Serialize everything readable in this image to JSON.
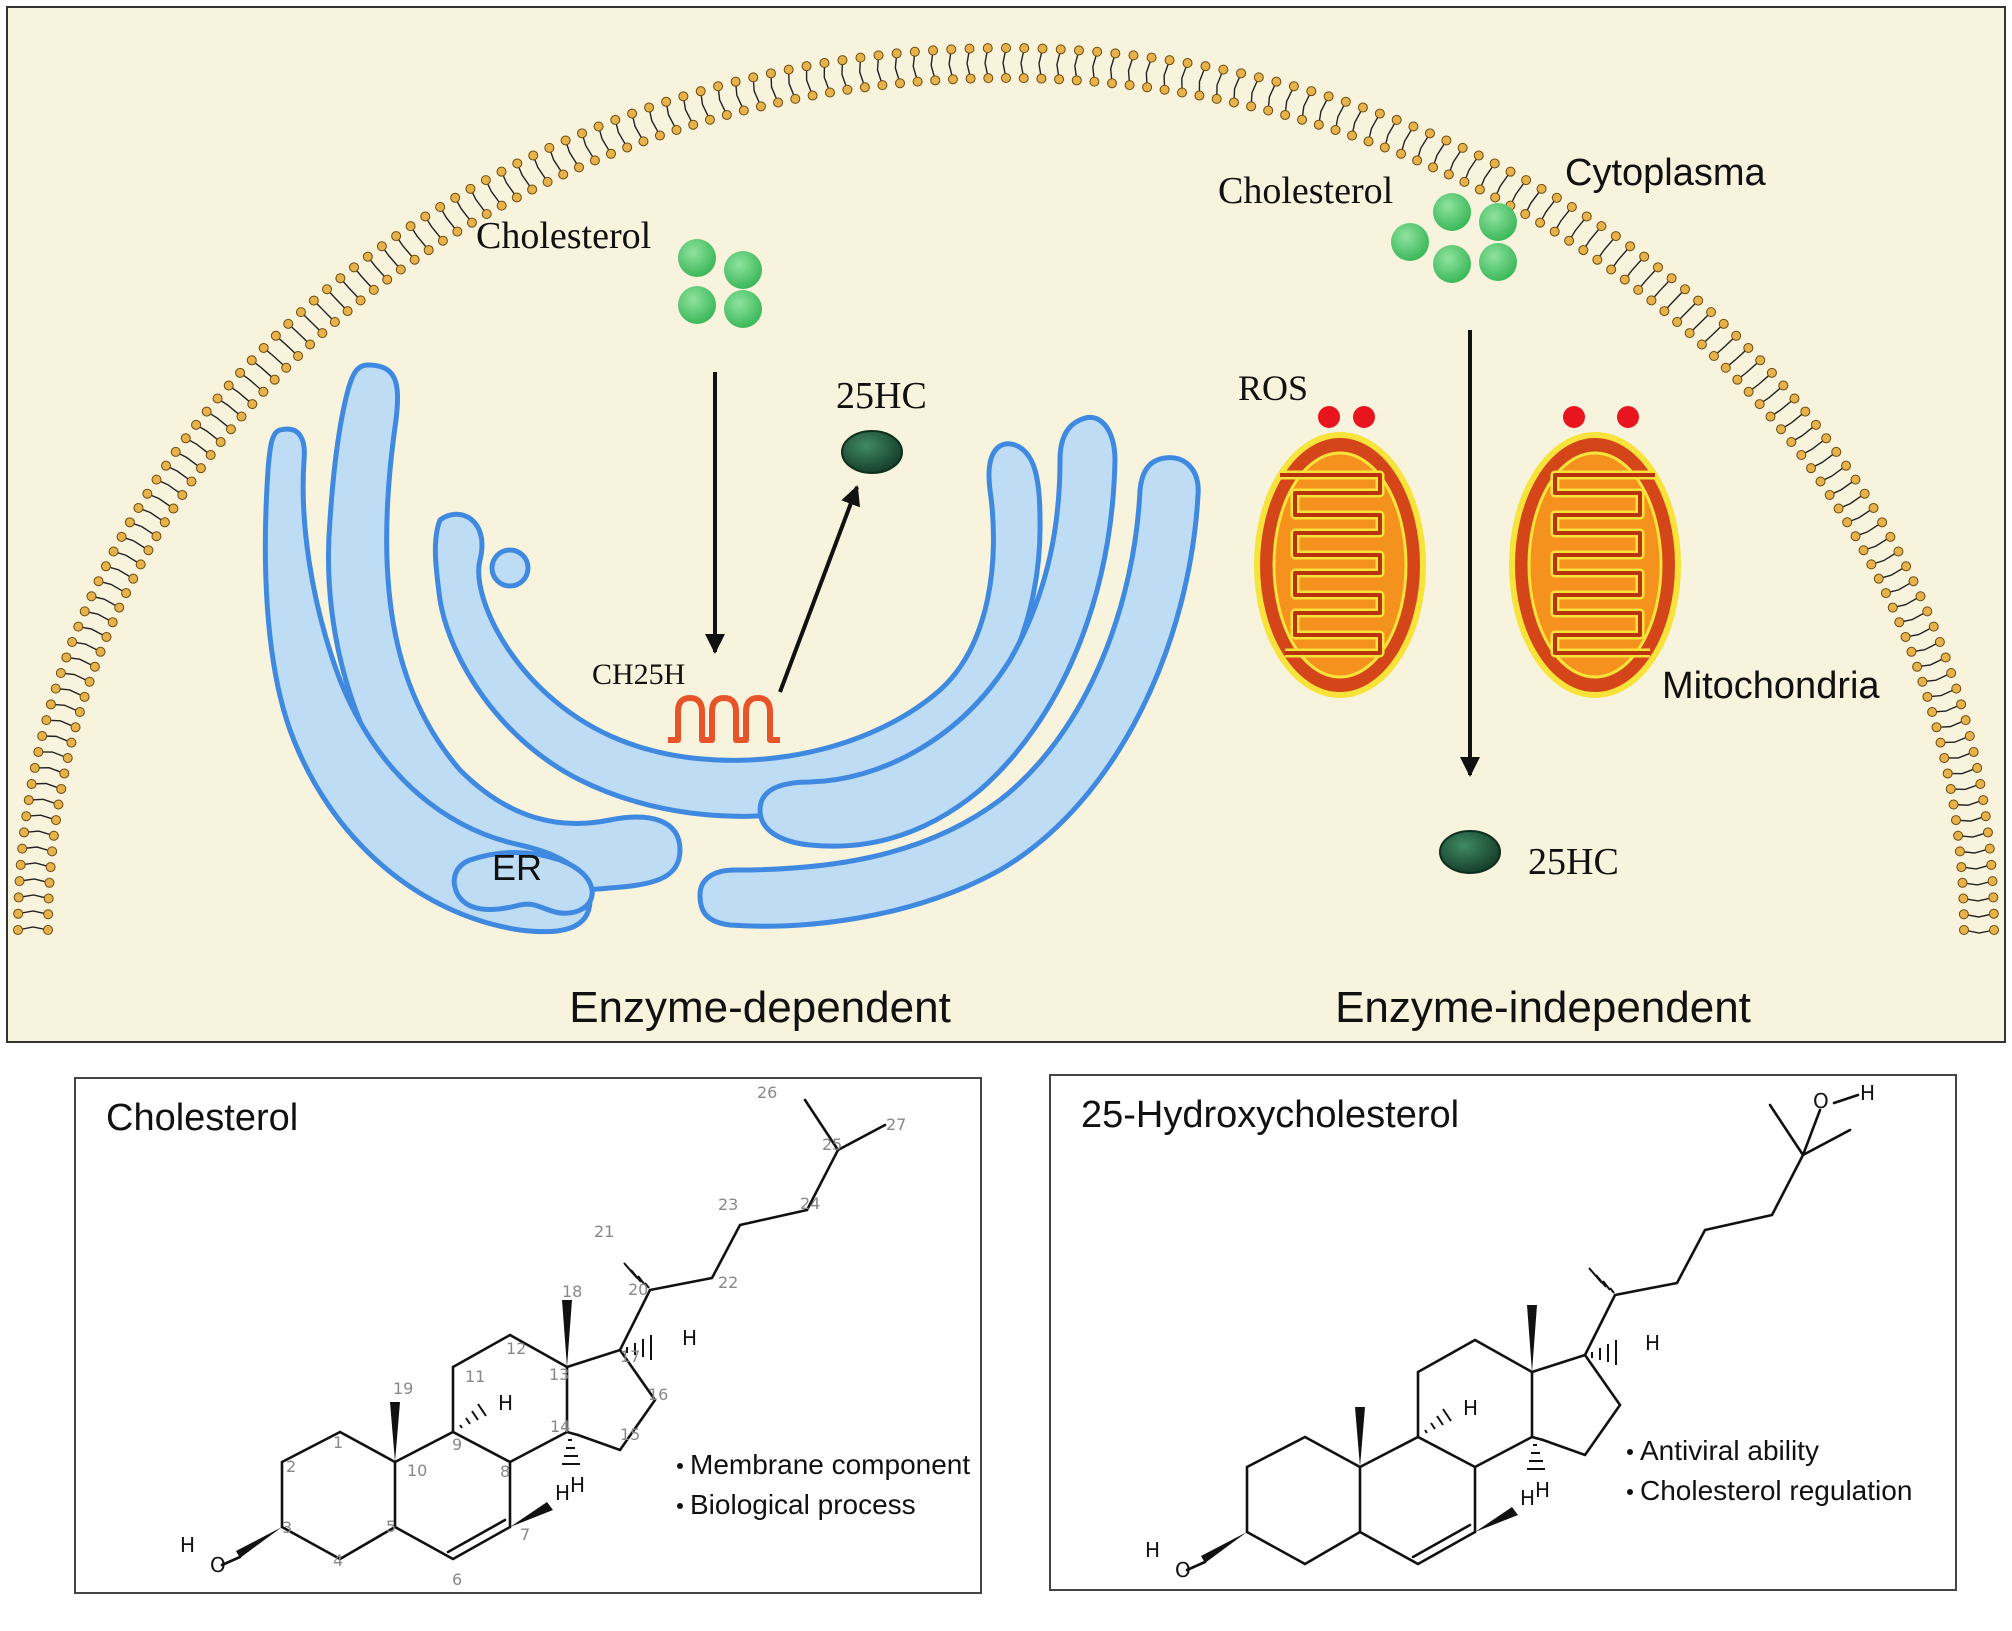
{
  "panel_top": {
    "labels": {
      "cholesterol_left": "Cholesterol",
      "cholesterol_right": "Cholesterol",
      "cytoplasma": "Cytoplasma",
      "product_left": "25HC",
      "product_right": "25HC",
      "ros": "ROS",
      "enzyme": "CH25H",
      "er": "ER",
      "mitochondria": "Mitochondria",
      "caption_left": "Enzyme-dependent",
      "caption_right": "Enzyme-independent"
    },
    "colors": {
      "background": "#f8f3dc",
      "membrane_head": "#e8b24a",
      "er_fill": "#bfdcf5",
      "er_stroke": "#3f8ae0",
      "cholesterol": "#4fc46a",
      "hc25": "#1e5a3c",
      "ros": "#e8141e",
      "mito_outer": "#d4451a",
      "mito_inner": "#f5921e",
      "mito_rim": "#f7e33a",
      "enzyme": "#e8542a"
    }
  },
  "panel_cholesterol": {
    "title": "Cholesterol",
    "bullets": [
      "Membrane component",
      "Biological process"
    ],
    "atom_numbers": [
      "1",
      "2",
      "3",
      "4",
      "5",
      "6",
      "7",
      "8",
      "9",
      "10",
      "11",
      "12",
      "13",
      "14",
      "15",
      "16",
      "17",
      "18",
      "19",
      "20",
      "21",
      "22",
      "23",
      "24",
      "25",
      "26",
      "27"
    ],
    "hydrogen": "H",
    "hydroxyl_h": "H",
    "hydroxyl_o": "O"
  },
  "panel_hc25": {
    "title": "25-Hydroxycholesterol",
    "bullets": [
      "Antiviral ability",
      "Cholesterol regulation"
    ],
    "hydrogen": "H",
    "hydroxyl_h": "H",
    "hydroxyl_o": "O"
  }
}
